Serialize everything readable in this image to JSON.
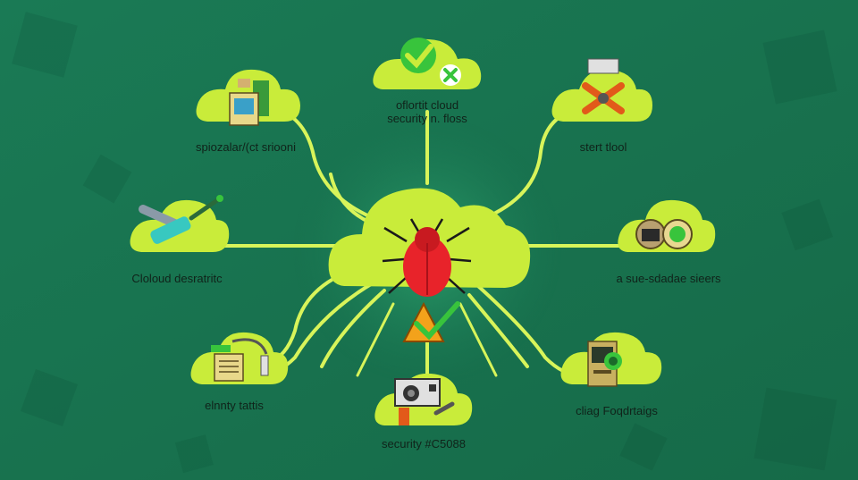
{
  "colors": {
    "background": "#1c7a55",
    "background_dark": "#0f5a3c",
    "cloud": "#c9ec3a",
    "cloud_dark": "#a9d12a",
    "connector": "#d8f45a",
    "bug": "#e8232a",
    "check": "#38c43c",
    "warning": "#f3a21b",
    "label_text": "#10231a"
  },
  "diagram": {
    "center": {
      "icon": "bug-icon",
      "sub_icon": "warning-check-icon"
    },
    "nodes": [
      {
        "id": "top",
        "label": "oflortit cloud\nsecurity n. floss",
        "icon": "checkmark-badge-icon"
      },
      {
        "id": "top-left",
        "label": "spiozalar/(ct sriooni",
        "icon": "monitor-device-icon"
      },
      {
        "id": "top-right",
        "label": "stert tlool",
        "icon": "tools-icon"
      },
      {
        "id": "left",
        "label": "Cloloud desratritc",
        "icon": "syringe-plane-icon"
      },
      {
        "id": "right",
        "label": "a sue-sdadae sieers",
        "icon": "camera-eye-icon"
      },
      {
        "id": "bottom-left",
        "label": "elnnty tattis",
        "icon": "document-machine-icon"
      },
      {
        "id": "bottom",
        "label": "security #C5088",
        "icon": "camera-wrench-icon"
      },
      {
        "id": "bottom-right",
        "label": "cliag Foqdrtaigs",
        "icon": "server-lock-icon"
      }
    ]
  }
}
